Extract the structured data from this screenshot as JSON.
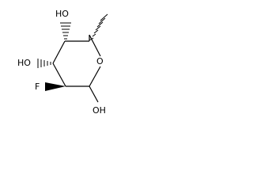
{
  "molecule": {
    "atoms": {
      "oh_top": "HO",
      "oh_left": "HO",
      "ring_oxygen": "O",
      "fluorine": "F",
      "oh_bottom": "OH"
    }
  },
  "colors": {
    "line": "#000000",
    "background": "#ffffff"
  }
}
